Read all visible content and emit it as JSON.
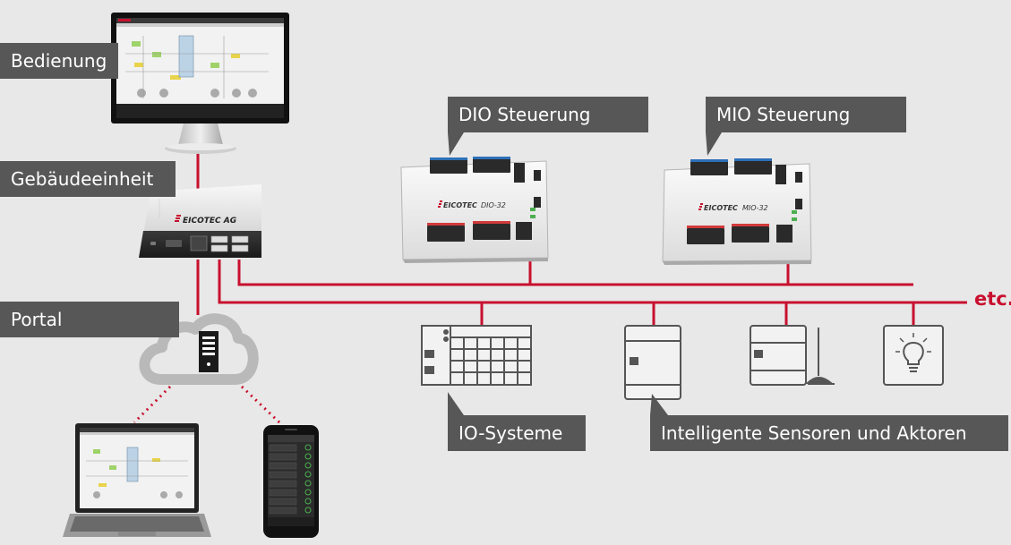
{
  "labels": {
    "bedienung": "Bedienung",
    "gebaeudeeinheit": "Gebäudeeinheit",
    "portal": "Portal",
    "dio_steuerung": "DIO Steuerung",
    "mio_steuerung": "MIO Steuerung",
    "io_systeme": "IO-Systeme",
    "sensoren_aktoren": "Intelligente Sensoren und Aktoren",
    "etc": "etc."
  },
  "devices": {
    "gateway_brand": "EICOTEC AG",
    "dio_brand": "EICOTEC",
    "dio_model": "DIO-32",
    "mio_brand": "EICOTEC",
    "mio_model": "MIO-32"
  },
  "colors": {
    "accent": "#c8102e",
    "label_background": "#575757",
    "page_background": "#e8e8e8"
  }
}
